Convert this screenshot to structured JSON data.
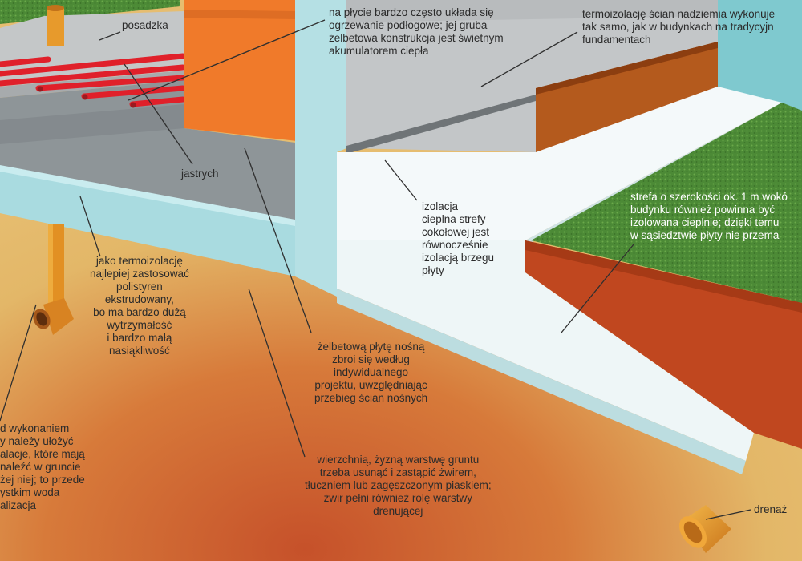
{
  "labels": {
    "posadzka": "posadzka",
    "plyta_grzewcza": "na płycie bardzo często układa się\nogrzewanie podłogowe; jej gruba\nżelbetowa konstrukcja jest świetnym\nakumulatorem ciepła",
    "termoizolacja_scian": "termoizolację ścian nadziemia wykonuje\ntak samo, jak w budynkach na tradycyjn\nfundamentach",
    "jastrych": "jastrych",
    "izolacja_cokolowa": "izolacja\ncieplna strefy\ncokołowej jest\nrównocześnie\nizolacją brzegu\npłyty",
    "strefa": "strefa o szerokości ok. 1 m wokó\nbudynku również powinna być\nizolowana cieplnie; dzięki temu\nw sąsiedztwie płyty nie przema",
    "polistyren": "jako termoizolację\nnajlepiej zastosować\npolistyren\nekstrudowany,\nbo ma bardzo dużą\nwytrzymałość\ni bardzo małą\nnasiąkliwość",
    "zbrojenie": "żelbetową płytę nośną\nzbroi się według\nindywidualnego\nprojektu, uwzględniając\nprzebieg ścian nośnych",
    "instalacje": "d wykonaniem\ny należy ułożyć\nalacje, które mają\nnaleźć w gruncie\nżej niej; to przede\nystkim woda\nalizacja",
    "grunt": "wierzchnią, żyzną warstwę gruntu\ntrzeba usunąć i zastąpić żwirem,\ntłuczniem lub zagęszczonym piaskiem;\nżwir pełni również rolę warstwy\ndrenującej",
    "drenaz": "drenaż"
  },
  "colors": {
    "ground_sand": "#e3b768",
    "ground_deep": "#c8582c",
    "styrofoam": "#a9dbe0",
    "concrete": "#8e9598",
    "screed": "#b4b9bb",
    "brick": "#f07a2a",
    "pipe": "#e2192a",
    "grass": "#4f8e39",
    "soil_wall": "#c0471f",
    "drain_pipe": "#e79a2c",
    "leader_line": "#2f2f2f"
  },
  "icons": {
    "drain_pipe": "drain-pipe-icon",
    "heating_pipe": "heating-pipe-icon"
  }
}
